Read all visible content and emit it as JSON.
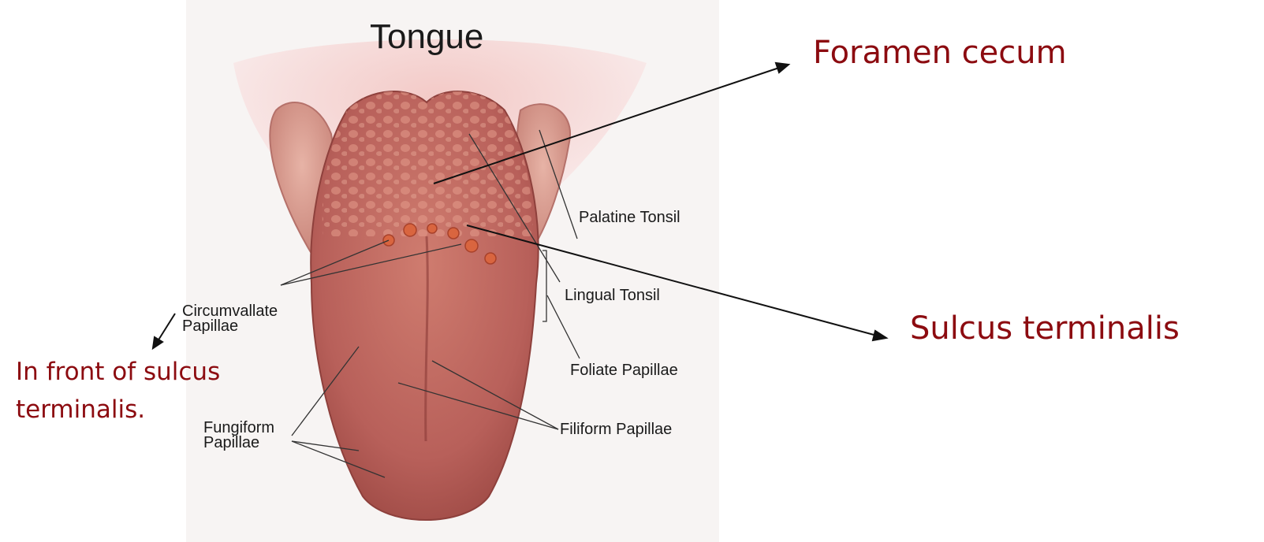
{
  "figure": {
    "title": "Tongue",
    "labels": {
      "palatine_tonsil": "Palatine Tonsil",
      "lingual_tonsil": "Lingual Tonsil",
      "foliate_papillae": "Foliate Papillae",
      "filiform_papillae": "Filiform Papillae",
      "circumvallate_line1": "Circumvallate",
      "circumvallate_line2": "Papillae",
      "fungiform_line1": "Fungiform",
      "fungiform_line2": "Papillae"
    }
  },
  "annotations": {
    "foramen_cecum": "Foramen cecum",
    "sulcus_terminalis": "Sulcus terminalis",
    "note_line1": "In front of sulcus",
    "note_line2": "terminalis."
  },
  "colors": {
    "annotation_text": "#8c0b10",
    "tongue": "#c26a5f",
    "label_text": "#1a1a1a"
  }
}
